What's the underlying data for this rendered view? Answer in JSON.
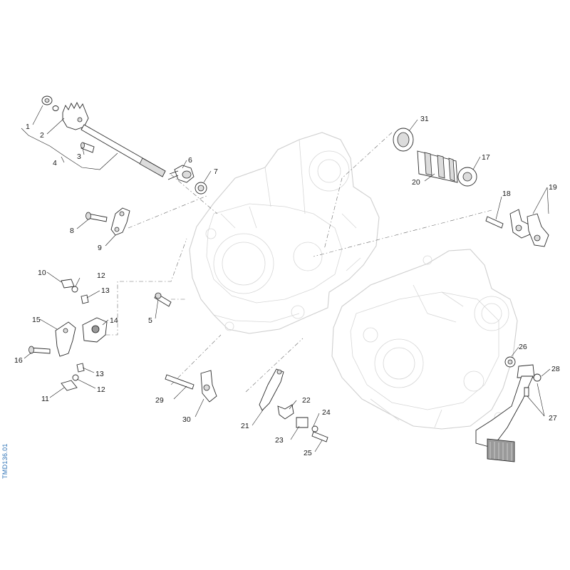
{
  "drawing_code": "TMD136.01",
  "callouts": [
    "1",
    "2",
    "3",
    "4",
    "5",
    "6",
    "7",
    "8",
    "9",
    "10",
    "12",
    "13",
    "14",
    "15",
    "16",
    "13",
    "12",
    "11",
    "17",
    "18",
    "19",
    "20",
    "31",
    "21",
    "22",
    "23",
    "24",
    "25",
    "26",
    "27",
    "28",
    "29",
    "30"
  ],
  "colors": {
    "line": "#2a2a2a",
    "ghost": "#cfcfcf",
    "code": "#2a6fb5"
  }
}
